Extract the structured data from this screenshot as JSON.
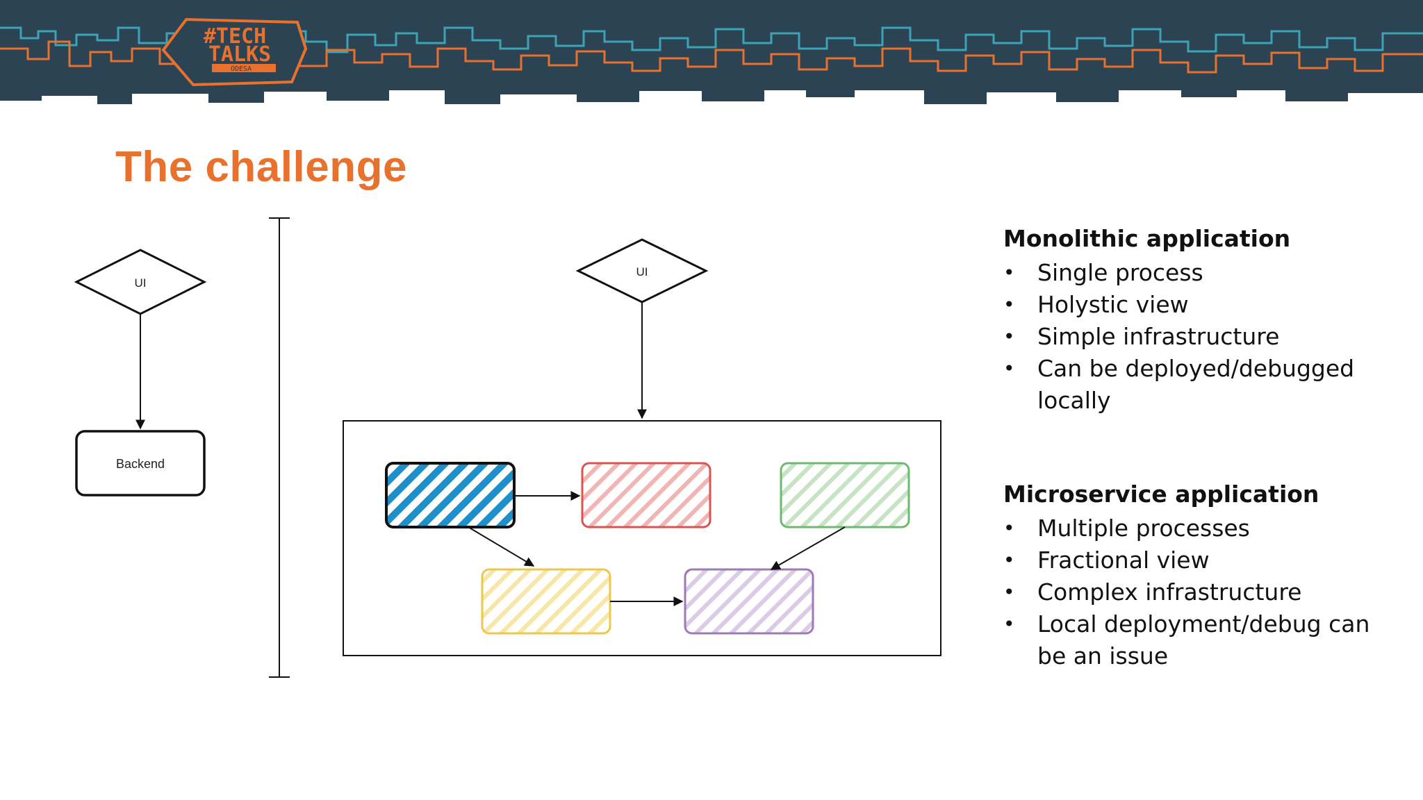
{
  "header": {
    "logo_line1": "#TECH",
    "logo_line2": "TALKS",
    "logo_sub": "ODESA"
  },
  "title": "The challenge",
  "diagram": {
    "monolith": {
      "ui_label": "UI",
      "backend_label": "Backend"
    },
    "microservice": {
      "ui_label": "UI",
      "services": [
        {
          "color": "#1e8fc9",
          "highlighted": true
        },
        {
          "color": "#d9534f",
          "highlighted": false
        },
        {
          "color": "#6fb86f",
          "highlighted": false
        },
        {
          "color": "#ecc84a",
          "highlighted": false
        },
        {
          "color": "#9c7ab8",
          "highlighted": false
        }
      ]
    }
  },
  "monolithic": {
    "heading": "Monolithic application",
    "items": [
      "Single process",
      "Holystic view",
      "Simple infrastructure",
      "Can be deployed/debugged locally"
    ]
  },
  "microservice": {
    "heading": "Microservice application",
    "items": [
      "Multiple processes",
      "Fractional view",
      "Complex infrastructure",
      "Local deployment/debug can be an issue"
    ]
  },
  "colors": {
    "accent": "#e8712e",
    "banner_bg": "#2b4352",
    "banner_line": "#e8712e",
    "banner_line2": "#3ea3b5"
  }
}
